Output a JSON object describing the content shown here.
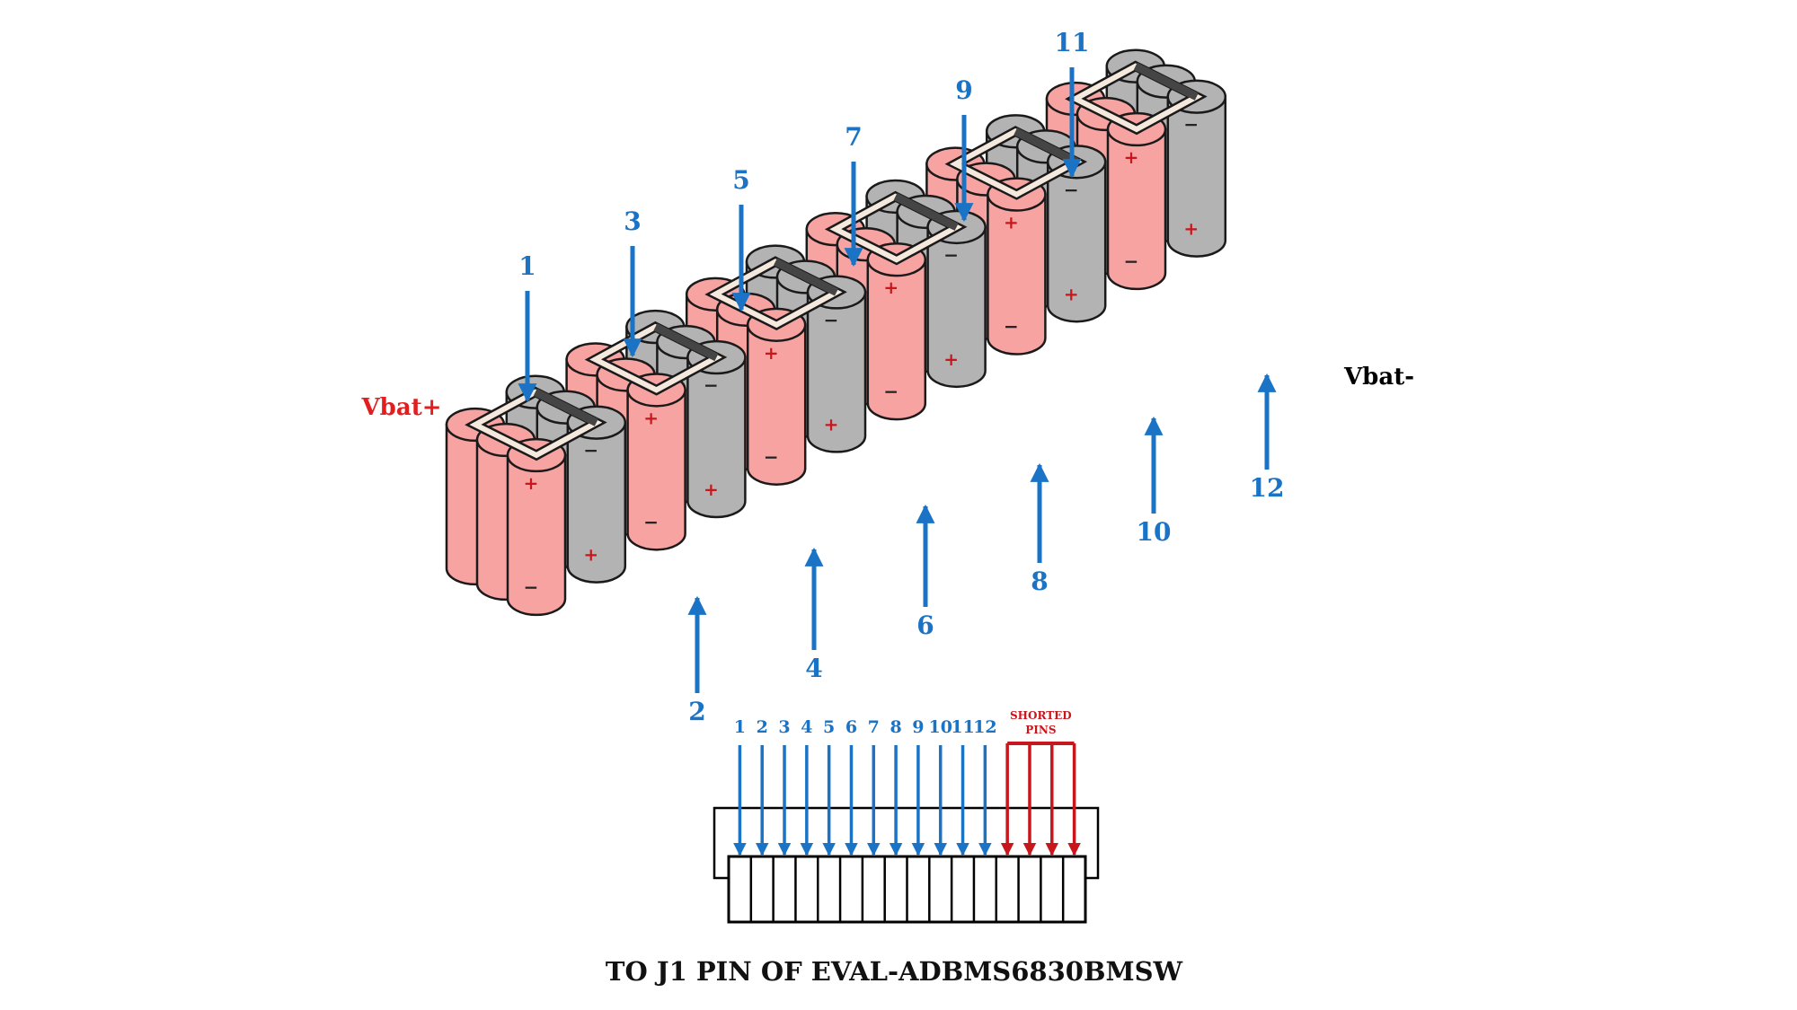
{
  "colors": {
    "positive_cell": "#f7a3a1",
    "negative_cell": "#b3b3b3",
    "outline": "#1a1a1a",
    "arrow": "#1a73c4",
    "shorted": "#c8161d",
    "vbat_plus": "#e41e1e",
    "strap_dark": "#454545",
    "strap_light": "#f5e9dd"
  },
  "icons": {
    "plus": "plus-sign",
    "minus": "minus-sign"
  },
  "labels": {
    "vbat_plus": "Vbat+",
    "vbat_minus": "Vbat-",
    "plus": "+",
    "minus": "−",
    "shorted_pins": [
      "SHORTED",
      "PINS"
    ],
    "caption": "TO J1 PIN OF EVAL-ADBMS6830BMSW"
  },
  "taps": [
    "1",
    "2",
    "3",
    "4",
    "5",
    "6",
    "7",
    "8",
    "9",
    "10",
    "11",
    "12"
  ],
  "connector": {
    "pin_labels": [
      "1",
      "2",
      "3",
      "4",
      "5",
      "6",
      "7",
      "8",
      "9",
      "10",
      "11",
      "12"
    ],
    "pin_count": 16,
    "shorted_pin_count": 4
  }
}
